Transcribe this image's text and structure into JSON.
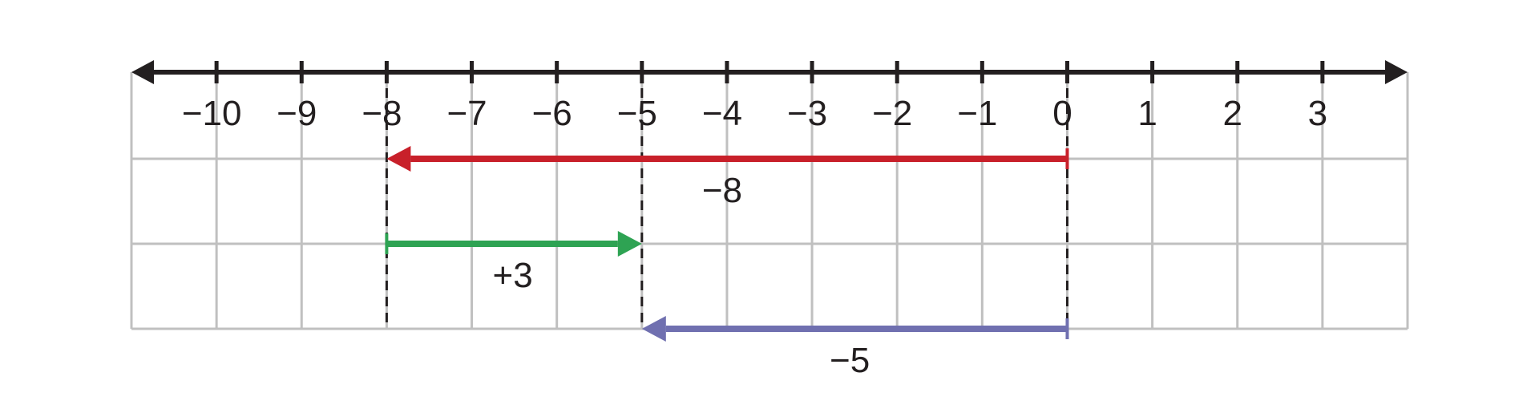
{
  "number_line": {
    "ticks": [
      -10,
      -9,
      -8,
      -7,
      -6,
      -5,
      -4,
      -3,
      -2,
      -1,
      0,
      1,
      2,
      3
    ],
    "tick_labels": [
      "−10",
      "−9",
      "−8",
      "−7",
      "−6",
      "−5",
      "−4",
      "−3",
      "−2",
      "−1",
      "0",
      "1",
      "2",
      "3"
    ],
    "range": [
      -11,
      4
    ]
  },
  "arrows": [
    {
      "from": 0,
      "to": -8,
      "label": "−8",
      "color": "#c8202a"
    },
    {
      "from": -8,
      "to": -5,
      "label": "+3",
      "color": "#2ea353"
    },
    {
      "from": 0,
      "to": -5,
      "label": "−5",
      "color": "#7070b0"
    }
  ],
  "dashed_guides": [
    -8,
    -5,
    0
  ],
  "colors": {
    "axis": "#231f20",
    "grid": "#c0c0c0",
    "text": "#231f20"
  }
}
